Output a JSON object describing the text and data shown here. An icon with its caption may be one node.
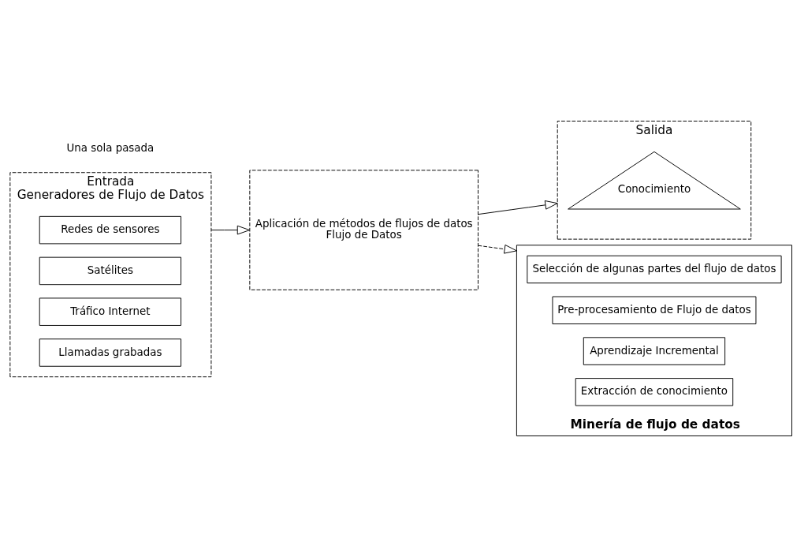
{
  "diagram": {
    "nodes": [
      {
        "text": [
          "Entrada",
          "Generadores de Flujo de Datos"
        ]
      },
      {
        "text": [
          "Redes de sensores"
        ],
        "in": 0
      },
      {
        "text": [
          "Satélites"
        ],
        "in": 0
      },
      {
        "text": [
          "Tráfico Internet"
        ],
        "in": 0
      },
      {
        "text": [
          "Llamadas grabadas"
        ],
        "in": 0
      },
      {
        "text": [
          "Aplicación de métodos de flujos de datos",
          "Flujo de Datos"
        ]
      },
      {
        "text": [
          "Salida"
        ]
      },
      {
        "text": [
          "Conocimiento"
        ],
        "in": 6
      },
      {
        "text": [
          "Minería de flujo de datos"
        ]
      },
      {
        "text": [
          "Selección de algunas partes del flujo de datos"
        ],
        "in": 8
      },
      {
        "text": [
          "Pre-procesamiento de Flujo de datos"
        ],
        "in": 8
      },
      {
        "text": [
          "Aprendizaje Incremental"
        ],
        "in": 8
      },
      {
        "text": [
          "Extracción de conocimiento"
        ],
        "in": 8
      }
    ],
    "edges": [
      {
        "from": 0,
        "to": 5,
        "arrow": "to"
      },
      {
        "from": 5,
        "to": 6,
        "arrow": "to"
      },
      {
        "from": 5,
        "to": 8,
        "arrow": "to",
        "style": "dashed"
      }
    ],
    "labels": [
      "Una sola pasada"
    ]
  }
}
